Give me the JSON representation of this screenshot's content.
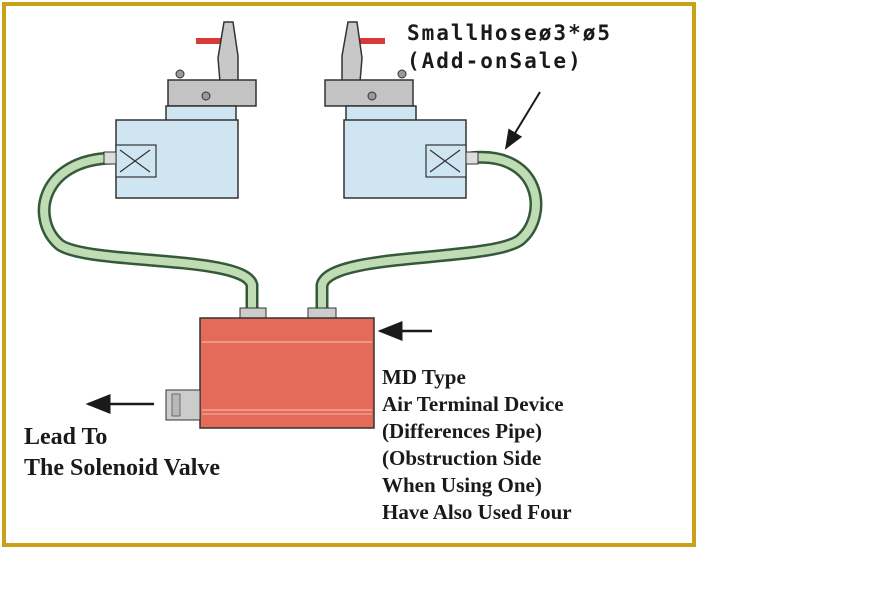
{
  "labels": {
    "hose_line1": "SmallHoseø3*ø5",
    "hose_line2": "(Add-onSale)",
    "md_type": [
      "MD Type",
      "Air Terminal Device",
      "(Differences Pipe)",
      "(Obstruction Side",
      "When Using One)",
      "Have Also Used Four"
    ],
    "lead_to": [
      "Lead To",
      "The Solenoid Valve"
    ]
  },
  "colors": {
    "frame": "#c9a21a",
    "valve_body": "#cfe5f2",
    "hose": "#bfdcb5",
    "terminal_box": "#e46a5a",
    "handle": "#d83a3a"
  }
}
